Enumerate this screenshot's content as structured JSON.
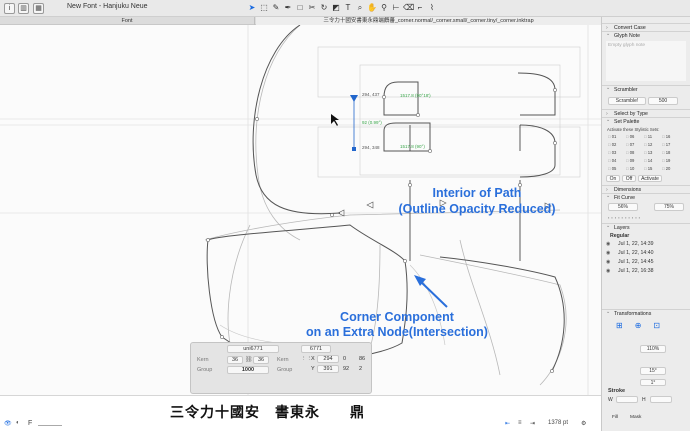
{
  "window": {
    "title": "New Font - Hanjuku Neue",
    "tab_font": "Font",
    "tab_text": "三令力十國安書東永鼎端饌蕃_corner.normal/_corner.small/_corner.tiny/_corner.inktrap"
  },
  "canvas": {
    "coord_top_left": "294, 437",
    "coord_top_green": "1517.8 (90°18')",
    "coord_mid_green": "92 (0.99°)",
    "coord_bot_left": "294, 348",
    "coord_bot_green": "1517.8 (90°)",
    "annotation_interior_line1": "Interior of Path",
    "annotation_interior_line2": "(Outline Opacity Reduced)",
    "annotation_corner_line1": "Corner Component",
    "annotation_corner_line2": "on an Extra Node(Intersection)"
  },
  "infobox": {
    "glyph_name": "uni6771",
    "unicode": "6771",
    "kern_label": "Kern",
    "kern_left": "36",
    "kern_right": "36",
    "group_label": "Group",
    "width": "1000",
    "x_label": "X",
    "x_value": "294",
    "y_label": "Y",
    "y_value": "391",
    "val_a": "0",
    "val_b": "92",
    "val_c": "86",
    "val_d": "2"
  },
  "preview": {
    "text": "三令力十國安　書東永　　鼎",
    "zoom": "1378 pt"
  },
  "sidebar": {
    "convert_case": "Convert Case",
    "glyph_note": "Glyph Note",
    "glyph_note_placeholder": "Empty glyph note",
    "scrambler": "Scrambler",
    "scramble_button": "Scramble!",
    "scramble_count": "500",
    "select_by_type": "Select by Type",
    "set_palette": "Set Palette",
    "activate_label": "Activate these Stylistic Sets:",
    "palette": [
      [
        "01",
        "06",
        "11",
        "16"
      ],
      [
        "02",
        "07",
        "12",
        "17"
      ],
      [
        "03",
        "08",
        "13",
        "18"
      ],
      [
        "04",
        "09",
        "14",
        "19"
      ],
      [
        "05",
        "10",
        "15",
        "20"
      ]
    ],
    "on_btn": "On",
    "off_btn": "Off",
    "activate_btn": "Activate",
    "dimensions": "Dimensions",
    "fit_curve": "Fit Curve",
    "fit_min": "56%",
    "fit_max": "75%",
    "layers": "Layers",
    "master": "Regular",
    "layer_items": [
      "Jul 1, 22, 14:39",
      "Jul 1, 22, 14:40",
      "Jul 1, 22, 14:45",
      "Jul 1, 22, 16:38"
    ],
    "transformations": "Transformations",
    "scale_value": "110%",
    "rotate_value": "15°",
    "slant_value": "1°",
    "stroke": "Stroke",
    "stroke_w_label": "W",
    "stroke_h_label": "H",
    "stroke_fill": "Fill",
    "stroke_mask": "Mask"
  },
  "colors": {
    "accent": "#1a6ae0",
    "annotation": "#2a6fdb",
    "node_blue": "#2266cc",
    "measure_green": "#3aa64a"
  }
}
